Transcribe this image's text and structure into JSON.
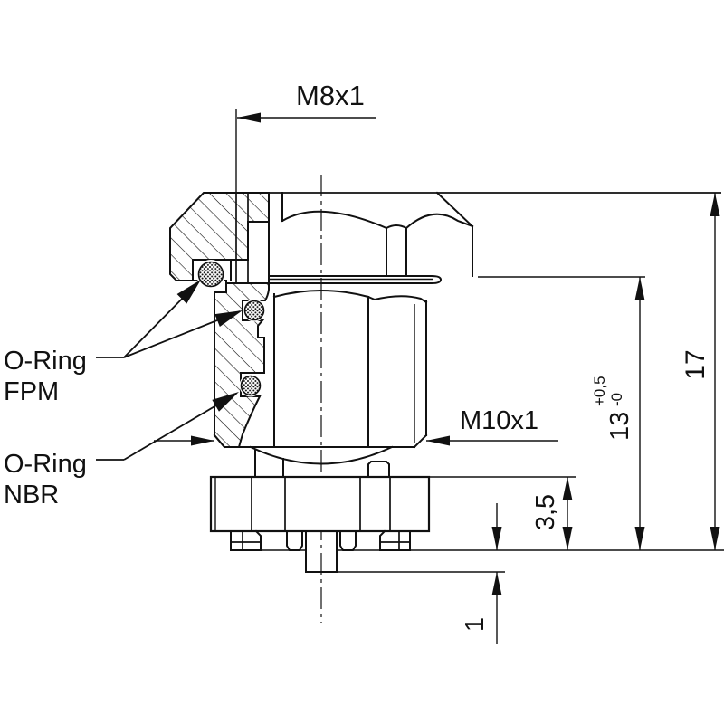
{
  "drawing": {
    "labels": {
      "top_thread": "M8x1",
      "body_thread": "M10x1",
      "oring_fpm": {
        "line1": "O-Ring",
        "line2": "FPM"
      },
      "oring_nbr": {
        "line1": "O-Ring",
        "line2": "NBR"
      }
    },
    "dimensions": {
      "total_height": "17",
      "upper_height": {
        "value": "13",
        "tol_plus": "+0,5",
        "tol_minus": "-0"
      },
      "base_height": "3,5",
      "pin_protrusion": "1"
    },
    "colors": {
      "line": "#111111",
      "background": "#ffffff"
    }
  }
}
